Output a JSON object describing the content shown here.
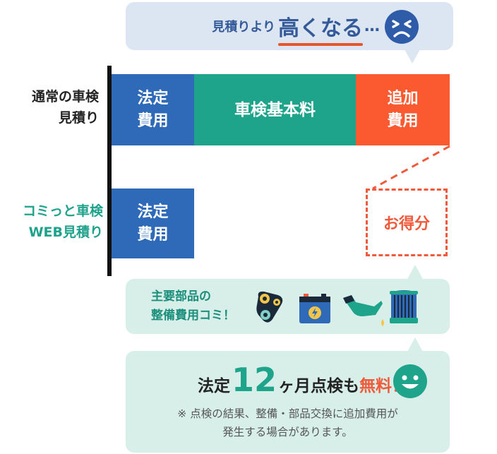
{
  "top_bubble": {
    "prefix": "見積りより",
    "highlight": "高くなる",
    "suffix": "…"
  },
  "rows": {
    "normal_label_line1": "通常の車検",
    "normal_label_line2": "見積り",
    "komi_label_line1": "コミっと車検",
    "komi_label_line2": "WEB見積り"
  },
  "segments": {
    "houtei_line1": "法定",
    "houtei_line2": "費用",
    "kihon": "車検基本料",
    "tsuika_line1": "追加",
    "tsuika_line2": "費用",
    "otoku": "お得分"
  },
  "parts_bubble": {
    "line1": "主要部品の",
    "line2": "整備費用コミ！",
    "icons": [
      "belt-pulley-icon",
      "battery-icon",
      "oil-can-icon",
      "filter-icon"
    ]
  },
  "free_bubble": {
    "pre": "法定",
    "number": "12",
    "mid": "ヶ月点検も",
    "red": "無料！",
    "note_line1": "※ 点検の結果、整備・部品交換に追加費用が",
    "note_line2": "発生する場合があります。"
  },
  "colors": {
    "blue": "#2e6ab8",
    "green": "#1fa48c",
    "orange": "#fb5a31",
    "bubble_blue": "#dce6f3",
    "bubble_green": "#d7efe8"
  }
}
